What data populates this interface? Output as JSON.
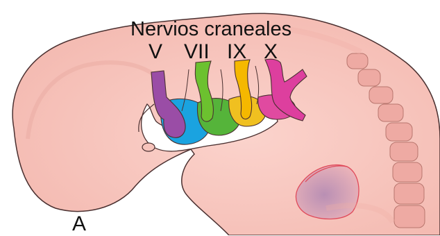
{
  "title": "Nervios craneales",
  "panel_label": "A",
  "nerves": [
    {
      "label": "V",
      "color": "#9a4da6"
    },
    {
      "label": "VII",
      "color": "#6cc12f"
    },
    {
      "label": "IX",
      "color": "#f5b800"
    },
    {
      "label": "X",
      "color": "#dd3f9e"
    }
  ],
  "arch_colors": [
    "#1aa3e0",
    "#55b43a",
    "#f0c020",
    "#e04aa0"
  ],
  "colors": {
    "embryo_fill": "#f7c4bc",
    "embryo_outline": "#4a3030",
    "somite_fill": "#eeaaa3",
    "limb_bud_fill": "#c99ab4",
    "limb_bud_outline": "#e04a5a"
  }
}
